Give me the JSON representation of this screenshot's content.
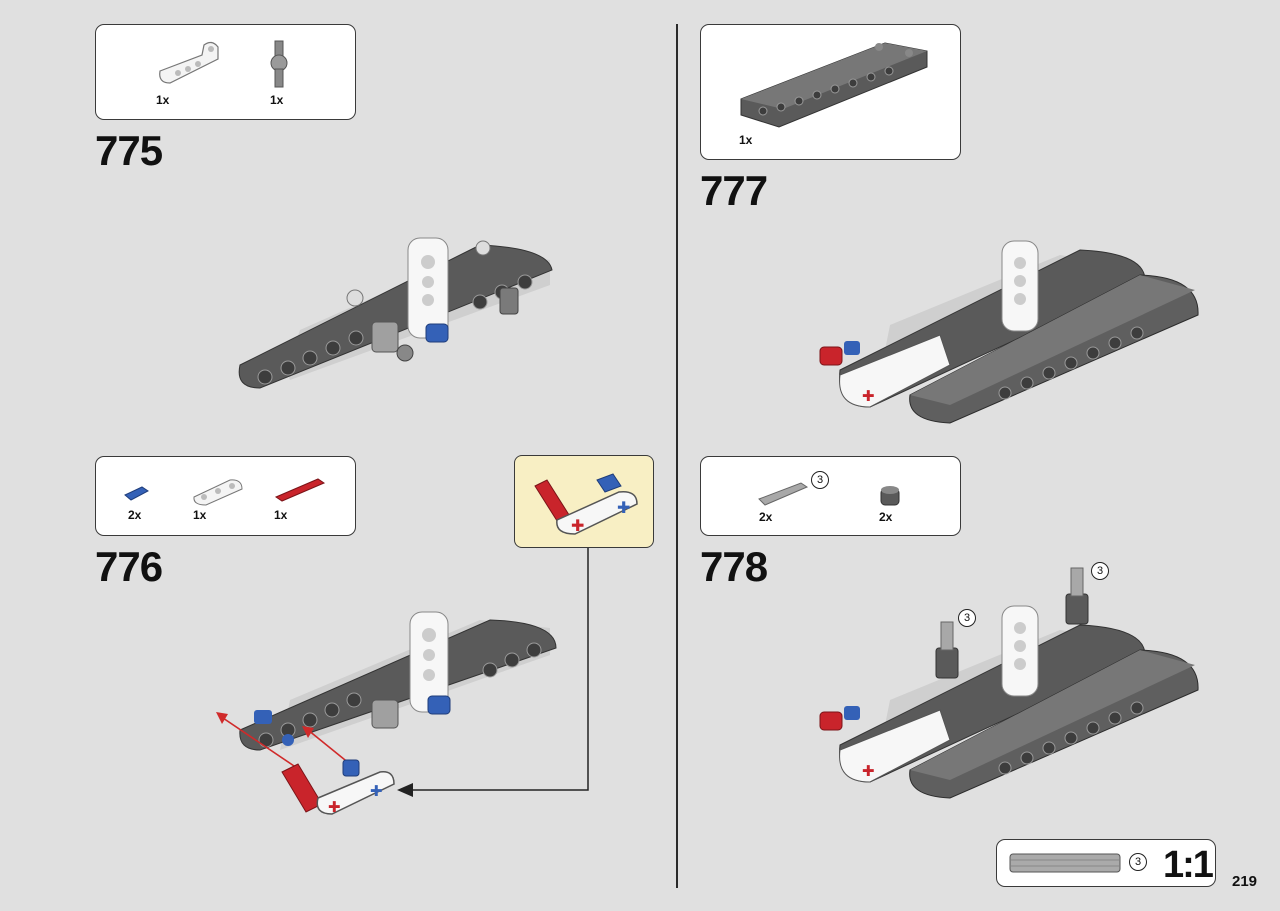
{
  "page_number": "219",
  "scale": {
    "label": "1:1",
    "ref_length": "3"
  },
  "steps": [
    {
      "number": "775",
      "parts": [
        {
          "qty": "1x",
          "icon": "white-liftarm-l-shape"
        },
        {
          "qty": "1x",
          "icon": "grey-axle-pin-connector"
        }
      ]
    },
    {
      "number": "776",
      "parts": [
        {
          "qty": "2x",
          "icon": "blue-pin"
        },
        {
          "qty": "1x",
          "icon": "white-liftarm-3"
        },
        {
          "qty": "1x",
          "icon": "red-axle-pin"
        }
      ]
    },
    {
      "number": "777",
      "parts": [
        {
          "qty": "1x",
          "icon": "dark-grey-panel"
        }
      ]
    },
    {
      "number": "778",
      "parts": [
        {
          "qty": "2x",
          "icon": "grey-axle",
          "length": "3"
        },
        {
          "qty": "2x",
          "icon": "dark-grey-bush"
        }
      ]
    }
  ],
  "callouts": {
    "axle_length_1": "3",
    "axle_length_2": "3"
  }
}
